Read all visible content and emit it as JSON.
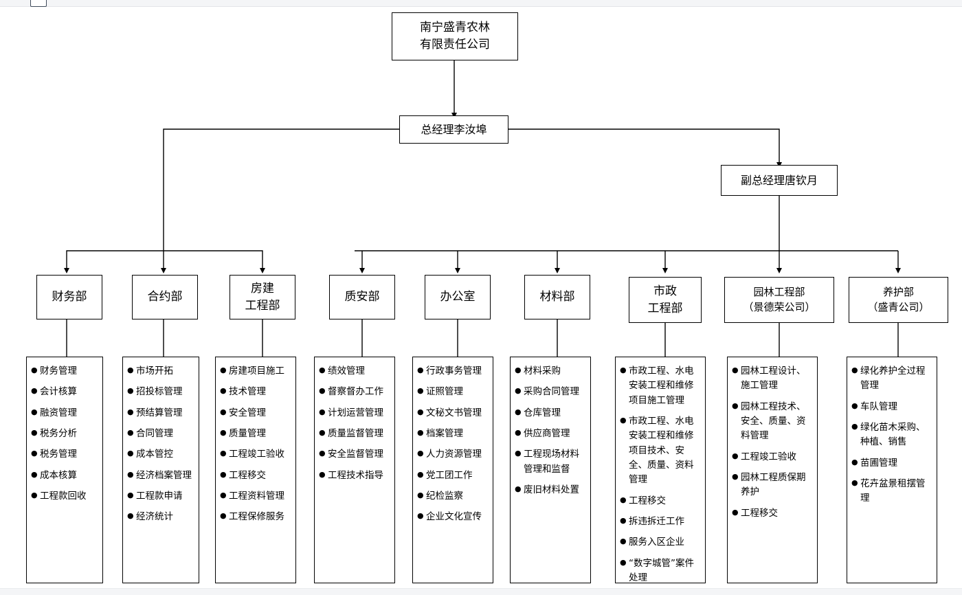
{
  "document": {
    "title_box": {
      "lines": [
        "南宁盛青农林",
        "有限责任公司"
      ]
    },
    "gm_box": {
      "lines": [
        "总经理李汝埠"
      ]
    },
    "vgm_box": {
      "lines": [
        "副总经理唐钦月"
      ]
    }
  },
  "departments": [
    {
      "id": "finance",
      "title_lines": [
        "财务部"
      ],
      "duties": [
        "财务管理",
        "会计核算",
        "融资管理",
        "税务分析",
        "税务管理",
        "成本核算",
        "工程款回收"
      ]
    },
    {
      "id": "contract",
      "title_lines": [
        "合约部"
      ],
      "duties": [
        "市场开拓",
        "招投标管理",
        "预结算管理",
        "合同管理",
        "成本管控",
        "经济档案管理",
        "工程款申请",
        "经济统计"
      ]
    },
    {
      "id": "building-engineering",
      "title_lines": [
        "房建",
        "工程部"
      ],
      "duties": [
        "房建项目施工",
        "技术管理",
        "安全管理",
        "质量管理",
        "工程竣工验收",
        "工程移交",
        "工程资料管理",
        "工程保修服务"
      ]
    },
    {
      "id": "quality-safety",
      "title_lines": [
        "质安部"
      ],
      "duties": [
        "绩效管理",
        "督察督办工作",
        "计划运营管理",
        "质量监督管理",
        "安全监督管理",
        "工程技术指导"
      ]
    },
    {
      "id": "office",
      "title_lines": [
        "办公室"
      ],
      "duties": [
        "行政事务管理",
        "证照管理",
        "文秘文书管理",
        "档案管理",
        "人力资源管理",
        "党工团工作",
        "纪检监察",
        "企业文化宣传"
      ]
    },
    {
      "id": "materials",
      "title_lines": [
        "材料部"
      ],
      "duties": [
        "材料采购",
        "采购合同管理",
        "仓库管理",
        "供应商管理",
        "工程现场材料管理和监督",
        "废旧材料处置"
      ]
    },
    {
      "id": "municipal-engineering",
      "title_lines": [
        "市政",
        "工程部"
      ],
      "duties": [
        "市政工程、水电安装工程和维修项目施工管理",
        "市政工程、水电安装工程和维修项目技术、安全、质量、资料管理",
        "工程移交",
        "拆违拆迁工作",
        "服务入区企业",
        "“数字城管”案件处理"
      ]
    },
    {
      "id": "landscape-engineering",
      "title_lines": [
        "园林工程部",
        "（景德荣公司）"
      ],
      "duties": [
        "园林工程设计、施工管理",
        "园林工程技术、安全、质量、资料管理",
        "工程竣工验收",
        "园林工程质保期养护",
        "工程移交"
      ]
    },
    {
      "id": "maintenance",
      "title_lines": [
        "养护部",
        "（盛青公司）"
      ],
      "duties": [
        "绿化养护全过程管理",
        "车队管理",
        "绿化苗木采购、种植、销售",
        "苗圃管理",
        "花卉盆景租摆管理"
      ]
    }
  ],
  "style": {
    "line_color": "#000000",
    "box_border": "#000000",
    "background": "#ffffff",
    "bullet": "●"
  }
}
